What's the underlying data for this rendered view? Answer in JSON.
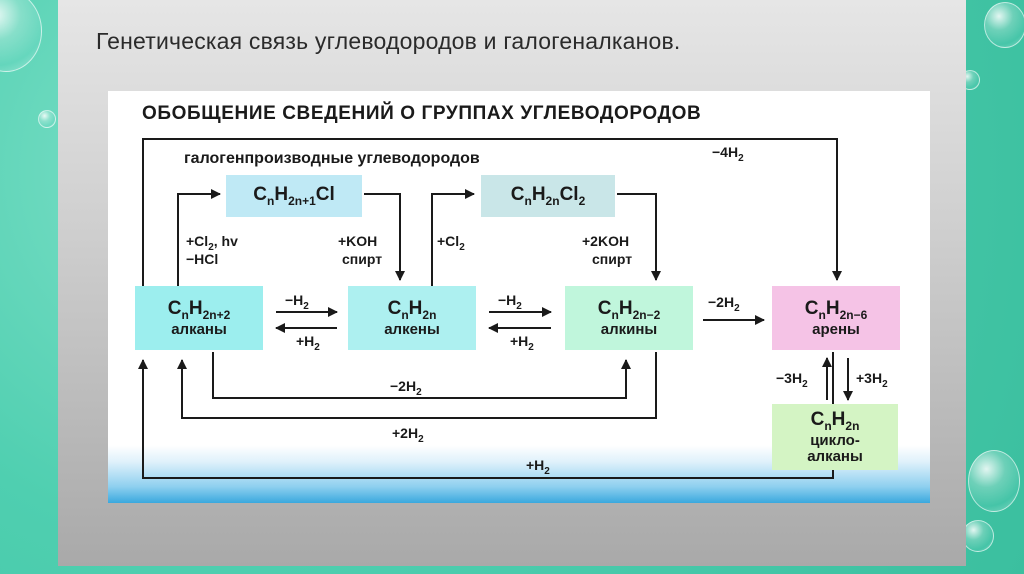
{
  "slide": {
    "title": "Генетическая связь углеводородов и галогеналканов."
  },
  "board": {
    "title": "ОБОБЩЕНИЕ СВЕДЕНИЙ О ГРУППАХ УГЛЕВОДОРОДОВ",
    "halogen_label": "галогенпроизводные углеводородов"
  },
  "nodes": {
    "chloroalkane": {
      "c": "C",
      "c_sub": "n",
      "h": "H",
      "h_sub": "2n+1",
      "rest": "Cl",
      "color": "#bfe9f5"
    },
    "dichloro": {
      "c": "C",
      "c_sub": "n",
      "h": "H",
      "h_sub": "2n",
      "rest": "Cl",
      "rest_sub": "2",
      "color": "#c9e6e8"
    },
    "alkanes": {
      "c": "C",
      "c_sub": "n",
      "h": "H",
      "h_sub": "2n+2",
      "name": "алканы",
      "color": "#9ceeee"
    },
    "alkenes": {
      "c": "C",
      "c_sub": "n",
      "h": "H",
      "h_sub": "2n",
      "name": "алкены",
      "color": "#adf0f0"
    },
    "alkynes": {
      "c": "C",
      "c_sub": "n",
      "h": "H",
      "h_sub": "2n−2",
      "name": "алкины",
      "color": "#c0f6dc"
    },
    "arenes": {
      "c": "C",
      "c_sub": "n",
      "h": "H",
      "h_sub": "2n−6",
      "name": "арены",
      "color": "#f5c3e6"
    },
    "cycloalkanes": {
      "c": "C",
      "c_sub": "n",
      "h": "H",
      "h_sub": "2n",
      "name1": "цикло-",
      "name2": "алканы",
      "color": "#d4f4c4"
    }
  },
  "labels": {
    "minus4h2": {
      "t": "−4H",
      "s": "2"
    },
    "cl2_hv": {
      "t": "+Cl",
      "s": "2",
      "t2": ", hv"
    },
    "minus_hcl": {
      "t": "−HCl"
    },
    "koh1": {
      "t": "+KOH"
    },
    "spirt1": {
      "t": "спирт"
    },
    "cl2b": {
      "t": "+Cl",
      "s": "2"
    },
    "koh2": {
      "t": "+2KOH"
    },
    "spirt2": {
      "t": "спирт"
    },
    "minus_h2_a": {
      "t": "−H",
      "s": "2"
    },
    "plus_h2_a": {
      "t": "+H",
      "s": "2"
    },
    "minus_h2_b": {
      "t": "−H",
      "s": "2"
    },
    "plus_h2_b": {
      "t": "+H",
      "s": "2"
    },
    "minus2h2_right": {
      "t": "−2H",
      "s": "2"
    },
    "minus3h2": {
      "t": "−3H",
      "s": "2"
    },
    "plus3h2": {
      "t": "+3H",
      "s": "2"
    },
    "minus2h2_loop": {
      "t": "−2H",
      "s": "2"
    },
    "plus2h2_loop": {
      "t": "+2H",
      "s": "2"
    },
    "plus_h2_bottom": {
      "t": "+H",
      "s": "2"
    }
  },
  "colors": {
    "arrow": "#1a1a1a"
  }
}
